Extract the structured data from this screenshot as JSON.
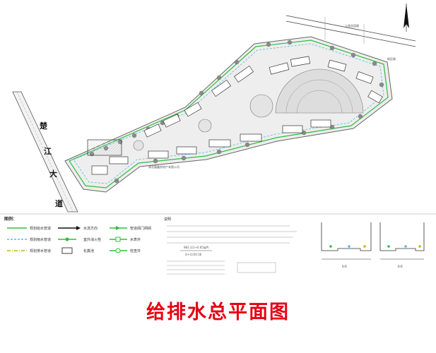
{
  "title": "给排水总平面图",
  "title_color": "#e60012",
  "road_label_chars": [
    "楚",
    "江",
    "大",
    "道"
  ],
  "plan_labels": {
    "street_north": "江南花园路",
    "street_north_right": "新民路",
    "company": "湖北嘉鑫房地产有限公司"
  },
  "legend": {
    "header": "图例：",
    "items": [
      {
        "label": "规划给水管道",
        "color": "#2dbf3c",
        "style": "solid"
      },
      {
        "label": "水流方向",
        "color": "#111111",
        "style": "arrow"
      },
      {
        "label": "管道阀门闸阀",
        "color": "#2dbf3c",
        "style": "valve"
      },
      {
        "label": "规划雨水管道",
        "color": "#59b8e0",
        "style": "dashed"
      },
      {
        "label": "室外消火栓",
        "color": "#2dbf3c",
        "style": "hydrant"
      },
      {
        "label": "水表井",
        "color": "#2dbf3c",
        "style": "meter"
      },
      {
        "label": "规划排水管道",
        "color": "#c8b400",
        "style": "dashdot"
      },
      {
        "label": "化粪池",
        "color": "#111111",
        "style": "box"
      },
      {
        "label": "检查井",
        "color": "#2dbf3c",
        "style": "well"
      }
    ]
  },
  "notes": {
    "header": "说明",
    "formula_top": "983.1(1+0.65lgP)",
    "formula_bottom": "(t+4.0)0.56"
  },
  "sections": {
    "left_label": "B-B",
    "right_label": "B-B"
  }
}
